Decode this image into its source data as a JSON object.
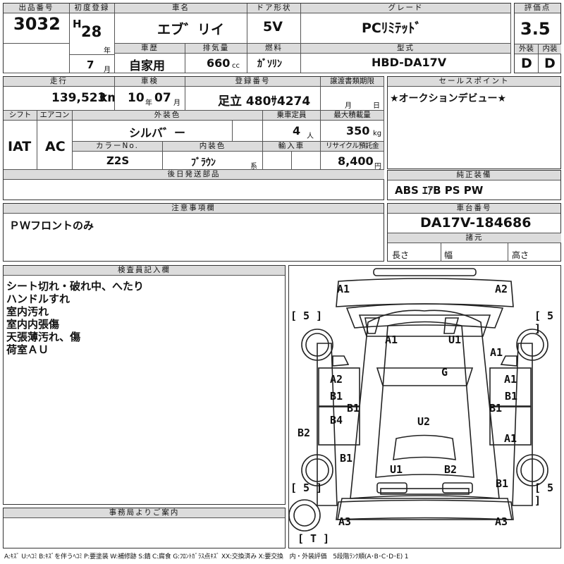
{
  "lot": {
    "label": "出品番号",
    "value": "3032"
  },
  "first_reg": {
    "label": "初度登録",
    "era": "H",
    "year": "28",
    "year_unit": "年",
    "month": "7",
    "month_unit": "月"
  },
  "car_name": {
    "label": "車名",
    "value": "エブ゛リイ"
  },
  "door": {
    "label": "ドア形状",
    "value": "5V"
  },
  "grade": {
    "label": "グレード",
    "value": "PCﾘﾐﾃｯﾄﾞ"
  },
  "score": {
    "label": "評価点",
    "value": "3.5",
    "exterior_label": "外装",
    "exterior": "D",
    "interior_label": "内装",
    "interior": "D"
  },
  "history": {
    "label": "車歴",
    "value": "自家用"
  },
  "displacement": {
    "label": "排気量",
    "value": "660",
    "unit": "cc"
  },
  "fuel": {
    "label": "燃料",
    "value": "ｶﾞｿﾘﾝ"
  },
  "model": {
    "label": "型式",
    "value": "HBD-DA17V"
  },
  "mileage": {
    "label": "走行",
    "value": "139,523",
    "unit": "km"
  },
  "inspection": {
    "label": "車検",
    "year": "10",
    "year_unit": "年",
    "month": "07",
    "month_unit": "月"
  },
  "reg_number": {
    "label": "登録番号",
    "value": "足立 480ｻ4274"
  },
  "transfer": {
    "label": "譲渡書類期限",
    "month_unit": "月",
    "day_unit": "日"
  },
  "sales_point": {
    "label": "セールスポイント",
    "value": "★オークションデビュー★"
  },
  "shift": {
    "label": "シフト",
    "value": "IAT"
  },
  "aircon": {
    "label": "エアコン",
    "value": "AC"
  },
  "ext_color": {
    "label": "外装色",
    "value": "シルバ゛ー"
  },
  "capacity": {
    "label": "乗車定員",
    "value": "4",
    "unit": "人"
  },
  "max_load": {
    "label": "最大積載量",
    "value": "350",
    "unit": "kg"
  },
  "color_no": {
    "label": "カラーNo.",
    "value": "Z2S"
  },
  "int_color": {
    "label": "内装色",
    "value": "ﾌﾞﾗｳﾝ",
    "unit": "系"
  },
  "import": {
    "label": "輸入車"
  },
  "recycle": {
    "label": "リサイクル預託金",
    "value": "8,400",
    "unit": "円"
  },
  "later_parts": {
    "label": "後日発送部品"
  },
  "genuine": {
    "label": "純正装備",
    "value": "ABS ｴｱB PS PW"
  },
  "caution": {
    "label": "注意事項欄",
    "value": "ＰＷフロントのみ"
  },
  "chassis": {
    "label": "車台番号",
    "value": "DA17V-184686",
    "spec_label": "諸元",
    "length": "長さ",
    "width": "幅",
    "height": "高さ"
  },
  "inspector": {
    "label": "検査員記入欄",
    "lines": [
      "シート切れ・破れ中、へたり",
      "ハンドルすれ",
      "室内汚れ",
      "室内内張傷",
      "天張薄汚れ、傷",
      "荷室ＡＵ"
    ]
  },
  "office": {
    "label": "事務局よりご案内"
  },
  "legend": "A:ｷｽﾞ U:ﾍｺﾐ B:ｷｽﾞを伴うﾍｺﾐ P:要塗装 W:補修跡 S:錆 C:腐食 G:ﾌﾛﾝﾄｶﾞﾗｽ点ｷｽﾞ XX:交換済み X:要交換　内・外装評価　5段階ﾗﾝｸ順(A･B･C･D･E) 1",
  "diagram": {
    "tire_fl": "[ 5 ]",
    "tire_fr": "[ 5 ]",
    "tire_rl": "[ 5 ]",
    "tire_rr": "[ 5 ]",
    "spare": "[ T ]",
    "marks": [
      "A1",
      "A2",
      "A1",
      "U1",
      "A1",
      "G",
      "A2",
      "A1",
      "B1",
      "B1",
      "B1",
      "B1",
      "B4",
      "U2",
      "B2",
      "A1",
      "B1",
      "U1",
      "B2",
      "B1",
      "A3",
      "A3"
    ]
  }
}
